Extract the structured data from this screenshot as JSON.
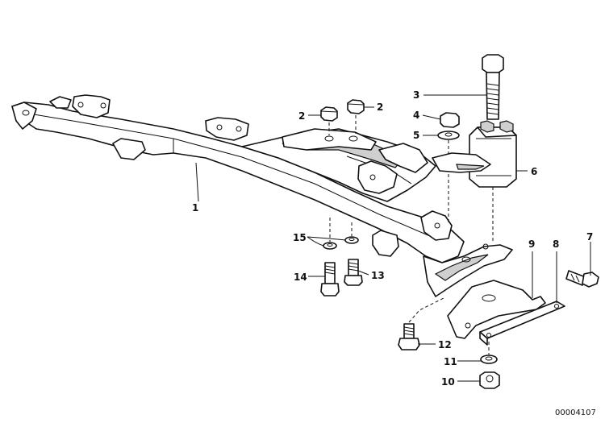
{
  "diagram": {
    "reference_number": "00004107",
    "callouts": [
      {
        "id": "c1",
        "text": "1"
      },
      {
        "id": "c2a",
        "text": "2"
      },
      {
        "id": "c2b",
        "text": "2"
      },
      {
        "id": "c3",
        "text": "3"
      },
      {
        "id": "c4",
        "text": "4"
      },
      {
        "id": "c5",
        "text": "5"
      },
      {
        "id": "c6",
        "text": "6"
      },
      {
        "id": "c7",
        "text": "7"
      },
      {
        "id": "c8",
        "text": "8"
      },
      {
        "id": "c9",
        "text": "9"
      },
      {
        "id": "c10",
        "text": "10"
      },
      {
        "id": "c11",
        "text": "11"
      },
      {
        "id": "c12",
        "text": "12"
      },
      {
        "id": "c13",
        "text": "13"
      },
      {
        "id": "c14",
        "text": "14"
      },
      {
        "id": "c15",
        "text": "15"
      }
    ]
  }
}
